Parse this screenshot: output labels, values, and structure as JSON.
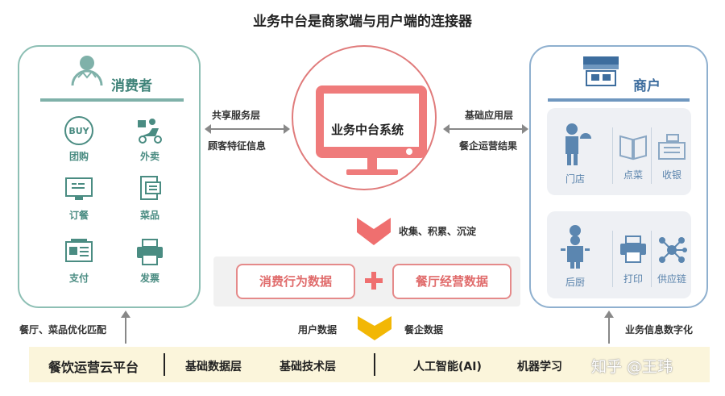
{
  "title": "业务中台是商家端与用户端的连接器",
  "consumer": {
    "title": "消费者",
    "items": [
      "团购",
      "外卖",
      "订餐",
      "菜品",
      "支付",
      "发票"
    ],
    "buy_text": "BUY"
  },
  "merchant": {
    "title": "商户",
    "top_items": [
      "门店",
      "点菜",
      "收银"
    ],
    "bottom_items": [
      "后厨",
      "打印",
      "供应链"
    ]
  },
  "center": {
    "label": "业务中台系统",
    "left_arrow_top": "共享服务层",
    "left_arrow_bottom": "顾客特征信息",
    "right_arrow_top": "基础应用层",
    "right_arrow_bottom": "餐企运营结果",
    "down_arrow_label": "收集、积累、沉淀"
  },
  "data_boxes": {
    "consumer_data": "消费行为数据",
    "restaurant_data": "餐厅经营数据"
  },
  "flow": {
    "user_data": "用户数据",
    "enterprise_data": "餐企数据",
    "left_up_label": "餐厅、菜品优化匹配",
    "right_up_label": "业务信息数字化"
  },
  "platform": {
    "name": "餐饮运营云平台",
    "layer1": "基础数据层",
    "layer2": "基础技术层",
    "ai": "人工智能(AI)",
    "ml": "机器学习",
    "watermark": "知乎 @王玮"
  },
  "colors": {
    "consumer_accent": "#7fb1a9",
    "merchant_accent": "#6f97bf",
    "center_accent": "#e07b7b",
    "arrow_yellow": "#f2b705",
    "band_bg": "#fbf5db"
  }
}
